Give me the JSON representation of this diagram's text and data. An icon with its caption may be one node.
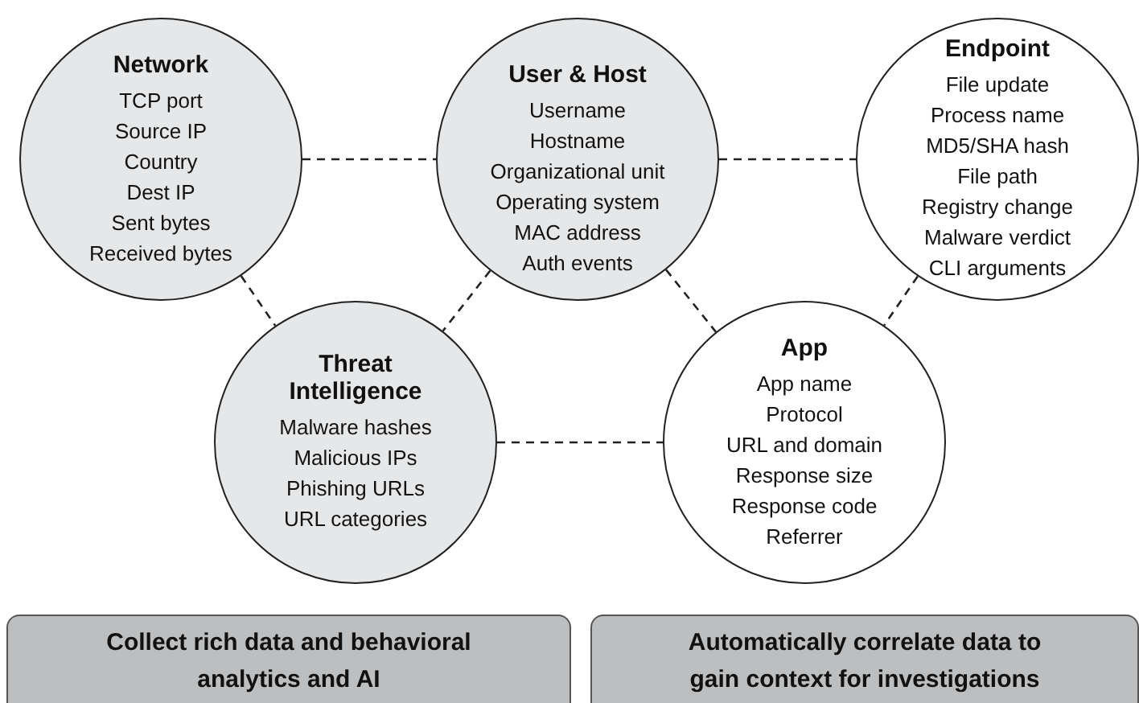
{
  "diagram": {
    "nodes": [
      {
        "text": [
          "Network",
          "TCP port",
          "Source IP",
          "Country",
          "Dest IP",
          "Sent bytes",
          "Received bytes"
        ]
      },
      {
        "text": [
          "User & Host",
          "Username",
          "Hostname",
          "Organizational unit",
          "Operating system",
          "MAC address",
          "Auth events"
        ]
      },
      {
        "text": [
          "Endpoint",
          "File update",
          "Process name",
          "MD5/SHA hash",
          "File path",
          "Registry change",
          "Malware verdict",
          "CLI arguments"
        ]
      },
      {
        "text": [
          "Threat Intelligence",
          "Malware hashes",
          "Malicious IPs",
          "Phishing URLs",
          "URL categories"
        ]
      },
      {
        "text": [
          "App",
          "App name",
          "Protocol",
          "URL and domain",
          "Response size",
          "Response code",
          "Referrer"
        ]
      },
      {
        "text": [
          "Collect rich data and behavioral analytics and AI"
        ]
      },
      {
        "text": [
          "Automatically correlate data to gain context for investigations"
        ]
      }
    ],
    "edges": [
      {
        "from": 0,
        "to": 1,
        "arrow": "none",
        "style": "dashed"
      },
      {
        "from": 1,
        "to": 2,
        "arrow": "none",
        "style": "dashed"
      },
      {
        "from": 0,
        "to": 3,
        "arrow": "none",
        "style": "dashed"
      },
      {
        "from": 1,
        "to": 3,
        "arrow": "none",
        "style": "dashed"
      },
      {
        "from": 1,
        "to": 4,
        "arrow": "none",
        "style": "dashed"
      },
      {
        "from": 2,
        "to": 4,
        "arrow": "none",
        "style": "dashed"
      },
      {
        "from": 3,
        "to": 4,
        "arrow": "none",
        "style": "dashed"
      }
    ]
  }
}
